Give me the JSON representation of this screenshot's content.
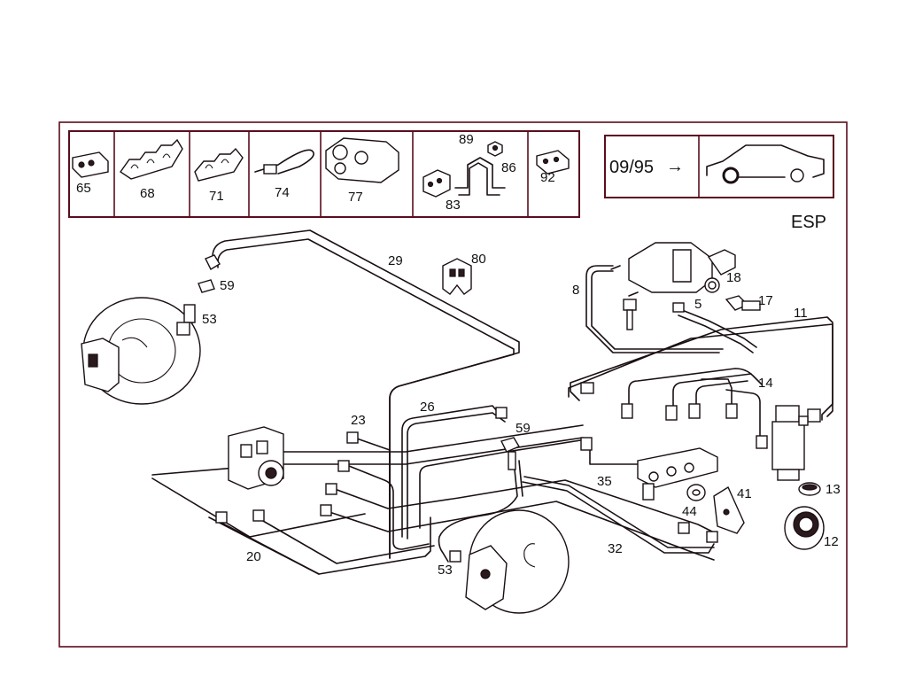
{
  "colors": {
    "frame": "#5a0d1e",
    "lines": "#1a0f12",
    "background": "#ffffff"
  },
  "parts_box": {
    "labels": [
      "65",
      "68",
      "71",
      "74",
      "77",
      "89",
      "86",
      "83",
      "92"
    ]
  },
  "date_box": {
    "date": "09/95",
    "arrow": "→"
  },
  "system_label": "ESP",
  "main_labels": [
    "29",
    "80",
    "59",
    "53",
    "8",
    "18",
    "17",
    "5",
    "11",
    "14",
    "26",
    "23",
    "59",
    "35",
    "41",
    "13",
    "44",
    "12",
    "20",
    "32",
    "53"
  ]
}
